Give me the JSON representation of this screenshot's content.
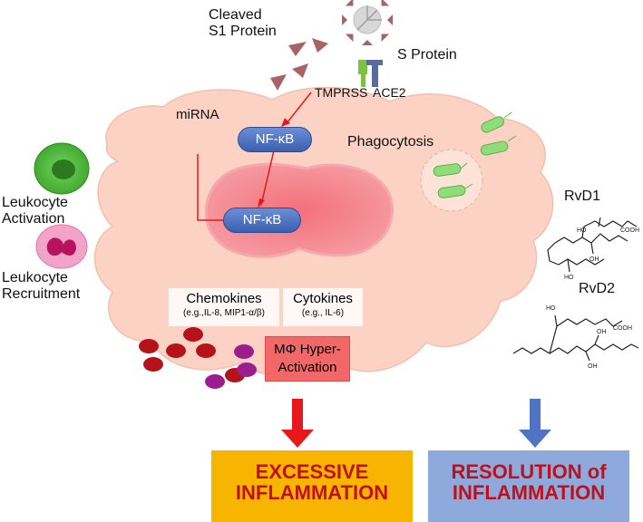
{
  "labels": {
    "cleaved_s1": [
      "Cleaved",
      "S1 Protein"
    ],
    "s_protein": "S Protein",
    "tmprss": "TMPRSS",
    "ace2": "ACE2",
    "mirna": "miRNA",
    "nfkb_cytoplasm": "NF-κB",
    "nfkb_nucleus": "NF-κB",
    "phagocytosis": "Phagocytosis",
    "leukocyte_activation": [
      "Leukocyte",
      "Activation"
    ],
    "leukocyte_recruitment": [
      "Leukocyte",
      "Recruitment"
    ],
    "chemokines_title": "Chemokines",
    "chemokines_sub": "(e.g.,IL-8, MIP1-α/β)",
    "cytokines_title": "Cytokines",
    "cytokines_sub": "(e.g., IL-6)",
    "hyperactivation": [
      "MΦ Hyper-",
      "Activation"
    ],
    "rvd1": "RvD1",
    "rvd2": "RvD2",
    "excessive": [
      "EXCESSIVE",
      "INFLAMMATION"
    ],
    "resolution": [
      "RESOLUTION of",
      "INFLAMMATION"
    ]
  },
  "colors": {
    "cell_fill": "#fbd2c3",
    "nucleus_fill": "#f47b84",
    "nfkb_fill": "#4a6fc2",
    "red_arrow": "#e8171c",
    "blue_arrow": "#4f74c6",
    "excessive_box": "#f7b500",
    "excessive_text": "#c0111a",
    "resolution_box": "#8ea9dc",
    "resolution_text": "#c0111a",
    "hyperactivation_box": "#f26767",
    "rbc": "#b5121b",
    "purple_cell": "#9b1d8e",
    "bacteria": "#8fdc7a",
    "virus_spike": "#a86464",
    "leukocyte_green": "#4cbf3a",
    "leukocyte_pink": "#f2a4c8"
  }
}
